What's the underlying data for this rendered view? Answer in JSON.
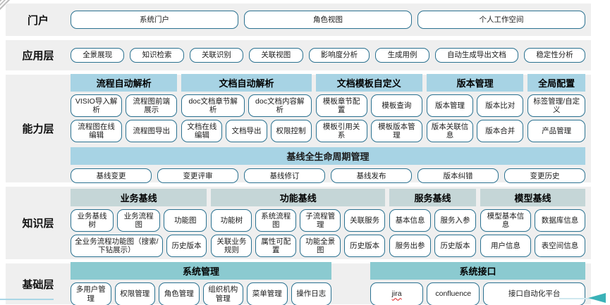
{
  "colors": {
    "band_background": "#efefef",
    "capability_header": "#a7d3e4",
    "knowledge_header": "#c5d6d7",
    "base_header": "#8bcad0",
    "node_border": "#2a7190",
    "arrow_teal": "#3ab2b8",
    "bottom_line_blue": "#a9d6e6"
  },
  "layers": [
    {
      "id": "portal",
      "label": "门户",
      "buttons": [
        "系统门户",
        "角色视图",
        "个人工作空间"
      ]
    },
    {
      "id": "application",
      "label": "应用层",
      "buttons": [
        "全景展现",
        "知识检索",
        "关联识别",
        "关联视图",
        "影响度分析",
        "生成用例",
        "自动生成导出文档",
        "稳定性分析"
      ]
    },
    {
      "id": "capability",
      "label": "能力层",
      "groups": [
        {
          "title": "流程自动解析",
          "rows": [
            [
              "VISIO导入解析",
              "流程图前端展示"
            ],
            [
              "流程图在线编辑",
              "流程图导出"
            ]
          ]
        },
        {
          "title": "文档自动解析",
          "rows": [
            [
              "doc文档章节解析",
              "doc文档内容解析"
            ],
            [
              "文档在线编辑",
              "文档导出",
              "权限控制"
            ]
          ]
        },
        {
          "title": "文档模板自定义",
          "rows": [
            [
              "模板章节配置",
              "模板查询"
            ],
            [
              "模板引用关系",
              "模板版本管理"
            ]
          ]
        },
        {
          "title": "版本管理",
          "rows": [
            [
              "版本管理",
              "版本比对"
            ],
            [
              "版本关联信息",
              "版本合并"
            ]
          ]
        },
        {
          "title": "全局配置",
          "rows": [
            [
              "标签管理/自定义"
            ],
            [
              "产品管理"
            ]
          ]
        }
      ],
      "baseline": {
        "title": "基线全生命周期管理",
        "buttons": [
          "基线变更",
          "变更评审",
          "基线修订",
          "基线发布",
          "版本纠错",
          "变更历史"
        ]
      }
    },
    {
      "id": "knowledge",
      "label": "知识层",
      "groups": [
        {
          "title": "业务基线",
          "rows": [
            [
              "业务基线树",
              "业务流程图",
              "功能图"
            ],
            [
              "全业务流程功能图（搜索/下钻展示）",
              "历史版本"
            ]
          ]
        },
        {
          "title": "功能基线",
          "rows": [
            [
              "功能树",
              "系统流程图",
              "子流程管理",
              "关联服务"
            ],
            [
              "关联业务规则",
              "属性可配置",
              "功能全景图",
              "历史版本"
            ]
          ]
        },
        {
          "title": "服务基线",
          "rows": [
            [
              "基本信息",
              "服务入参"
            ],
            [
              "服务出参",
              "历史版本"
            ]
          ]
        },
        {
          "title": "模型基线",
          "rows": [
            [
              "模型基本信息",
              "数据库信息"
            ],
            [
              "用户信息",
              "表空间信息"
            ]
          ]
        }
      ]
    },
    {
      "id": "base",
      "label": "基础层",
      "groups": [
        {
          "title": "系统管理",
          "rows": [
            [
              "多用户管理",
              "权限管理",
              "角色管理",
              "组织机构管理",
              "菜单管理",
              "操作日志"
            ]
          ]
        },
        {
          "title": "系统接口",
          "rows": [
            [
              {
                "text": "jira",
                "misspelled": true
              },
              "confluence",
              "接口自动化平台"
            ]
          ]
        }
      ]
    }
  ]
}
